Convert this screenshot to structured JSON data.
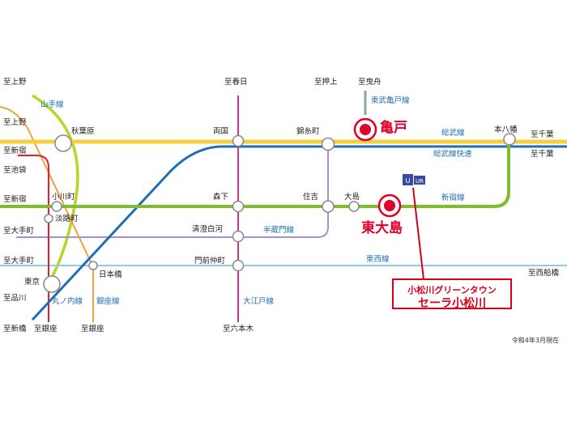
{
  "colors": {
    "sobu": "#f5cf3e",
    "sobu_rapid": "#1f6fb8",
    "shinjuku": "#7dbd2e",
    "hanzomon": "#a591c8",
    "tozai": "#8dd0ee",
    "oedo": "#d8308a",
    "yamanote": "#b6d62a",
    "marunouchi": "#e0202a",
    "ginza": "#f0a040",
    "tobu_kameido": "#8aa8a0",
    "marker": "#e0002a"
  },
  "directions": {
    "ueno_top": "至上野",
    "ueno": "至上野",
    "shinjuku_1": "至新宿",
    "ikebukuro": "至池袋",
    "shinjuku_2": "至新宿",
    "otemachi_1": "至大手町",
    "otemachi_2": "至大手町",
    "shinagawa": "至品川",
    "shimbashi": "至新橋",
    "ginza_1": "至銀座",
    "ginza_2": "至銀座",
    "kasuga": "至春日",
    "oshiage": "至押上",
    "hikifune": "至曳舟",
    "chiba_1": "至千葉",
    "chiba_2": "至千葉",
    "nishifunabashi": "至西船橋",
    "roppongi": "至六本木"
  },
  "lines": {
    "yamanote": "山手線",
    "tobu_kameido": "東武亀戸線",
    "sobu": "総武線",
    "sobu_rapid": "総武線快速",
    "shinjuku": "新宿線",
    "hanzomon": "半蔵門線",
    "tozai": "東西線",
    "marunouchi": "丸ノ内線",
    "ginza": "銀座線",
    "oedo": "大江戸線"
  },
  "stations": {
    "akihabara": "秋葉原",
    "ryogoku": "両国",
    "kinshicho": "錦糸町",
    "motoyawata": "本八幡",
    "ogawamachi": "小川町",
    "awajicho": "淡路町",
    "morishita": "森下",
    "sumiyoshi": "住吉",
    "ojima": "大島",
    "kiyosumi": "清澄白河",
    "monzen": "門前仲町",
    "nihonbashi": "日本橋",
    "tokyo": "東京"
  },
  "highlight": {
    "kameido": "亀戸",
    "higashiojima": "東大島"
  },
  "property": {
    "line1": "小松川グリーンタウン",
    "line2": "セーラ小松川",
    "logo_text": "UR"
  },
  "date_note": "令和4年3月現在"
}
